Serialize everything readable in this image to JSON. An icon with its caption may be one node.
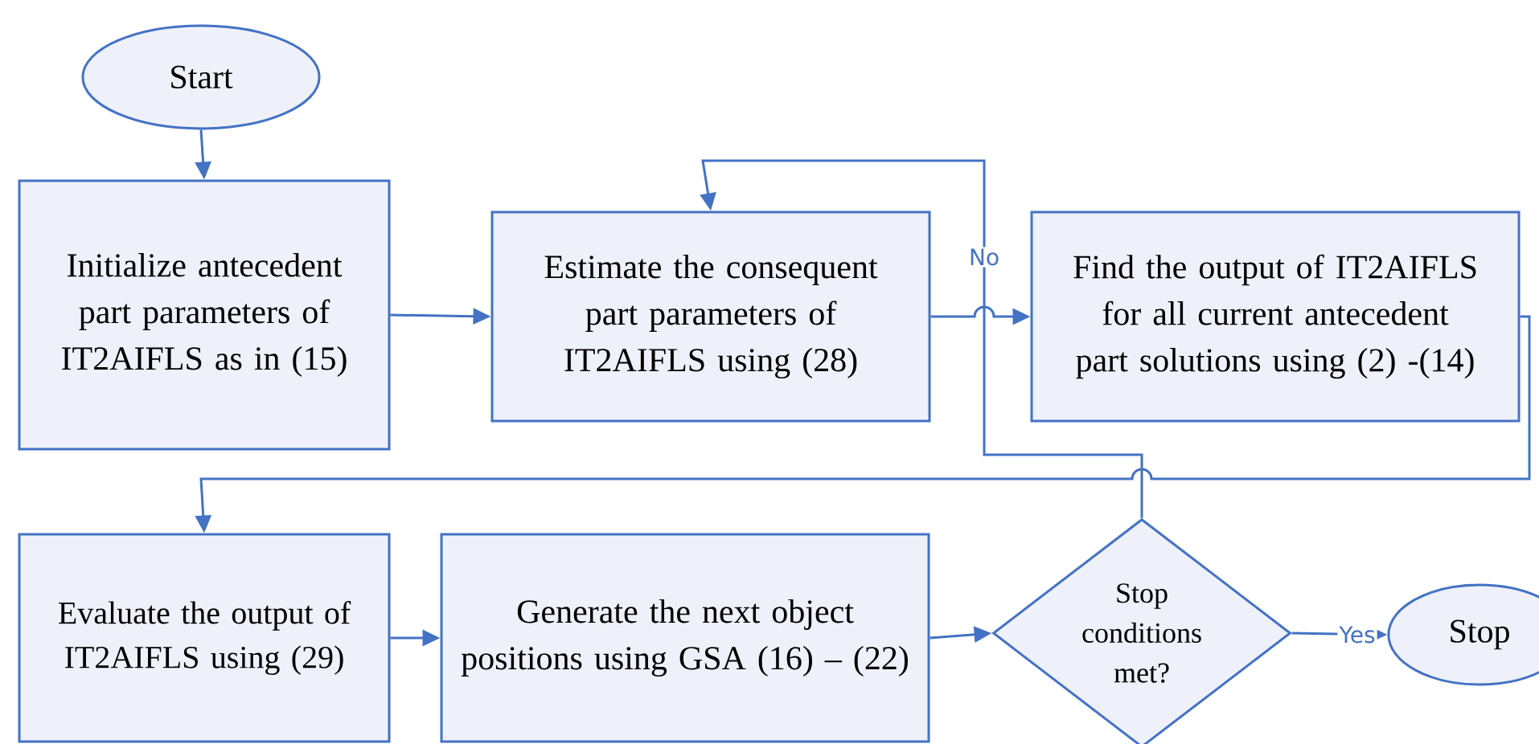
{
  "diagram": {
    "nodes": [
      {
        "text": [
          "Start"
        ]
      },
      {
        "text": [
          "Initialize antecedent part parameters of IT2AIFLS as in (15)"
        ]
      },
      {
        "text": [
          "Estimate the consequent part parameters of IT2AIFLS using (28)"
        ]
      },
      {
        "text": [
          "Find the output of IT2AIFLS for all current antecedent part solutions using (2) -(14)"
        ]
      },
      {
        "text": [
          "Evaluate the output of IT2AIFLS using (29)"
        ]
      },
      {
        "text": [
          "Generate the next object positions using GSA (16) – (22)"
        ]
      },
      {
        "text": [
          "Stop conditions met?"
        ]
      },
      {
        "text": [
          "Stop"
        ]
      }
    ],
    "edges": [
      {
        "from": 0,
        "to": 1,
        "arrow": "to"
      },
      {
        "from": 1,
        "to": 2,
        "arrow": "to"
      },
      {
        "from": 2,
        "to": 3,
        "arrow": "to"
      },
      {
        "from": 3,
        "to": 4,
        "arrow": "to"
      },
      {
        "from": 4,
        "to": 5,
        "arrow": "to"
      },
      {
        "from": 5,
        "to": 6,
        "arrow": "to"
      },
      {
        "from": 6,
        "to": 7,
        "arrow": "to",
        "label": "Yes"
      },
      {
        "from": 6,
        "to": 2,
        "arrow": "to",
        "label": "No"
      }
    ]
  }
}
